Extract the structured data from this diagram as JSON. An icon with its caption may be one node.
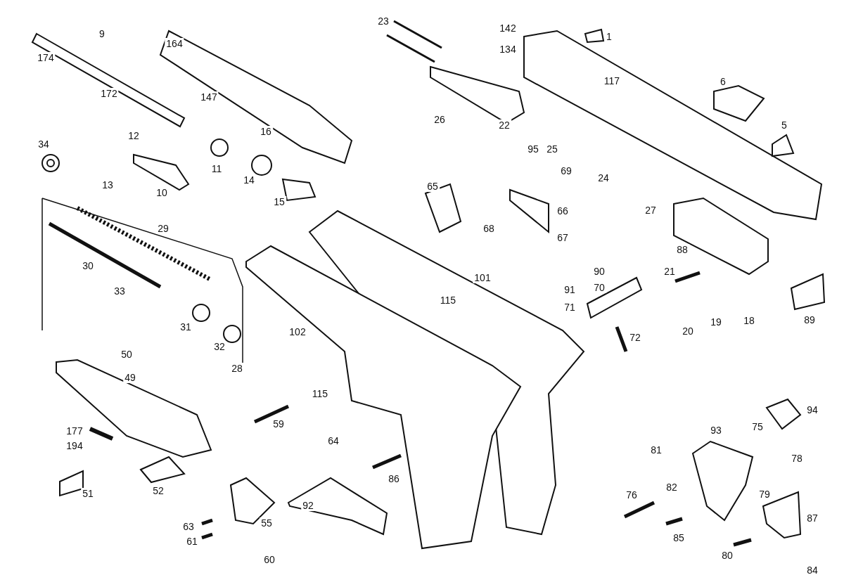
{
  "diagram": {
    "labels": [
      "174",
      "9",
      "172",
      "164",
      "147",
      "23",
      "142",
      "134",
      "1",
      "117",
      "6",
      "12",
      "16",
      "11",
      "26",
      "22",
      "95",
      "25",
      "5",
      "34",
      "10",
      "13",
      "14",
      "15",
      "69",
      "24",
      "65",
      "66",
      "68",
      "67",
      "27",
      "29",
      "30",
      "88",
      "90",
      "70",
      "101",
      "91",
      "71",
      "21",
      "33",
      "115",
      "31",
      "32",
      "102",
      "72",
      "20",
      "19",
      "18",
      "89",
      "28",
      "50",
      "49",
      "115",
      "59",
      "94",
      "177",
      "194",
      "64",
      "93",
      "75",
      "81",
      "78",
      "51",
      "52",
      "86",
      "92",
      "55",
      "76",
      "82",
      "79",
      "87",
      "63",
      "61",
      "85",
      "60",
      "80",
      "84"
    ]
  }
}
